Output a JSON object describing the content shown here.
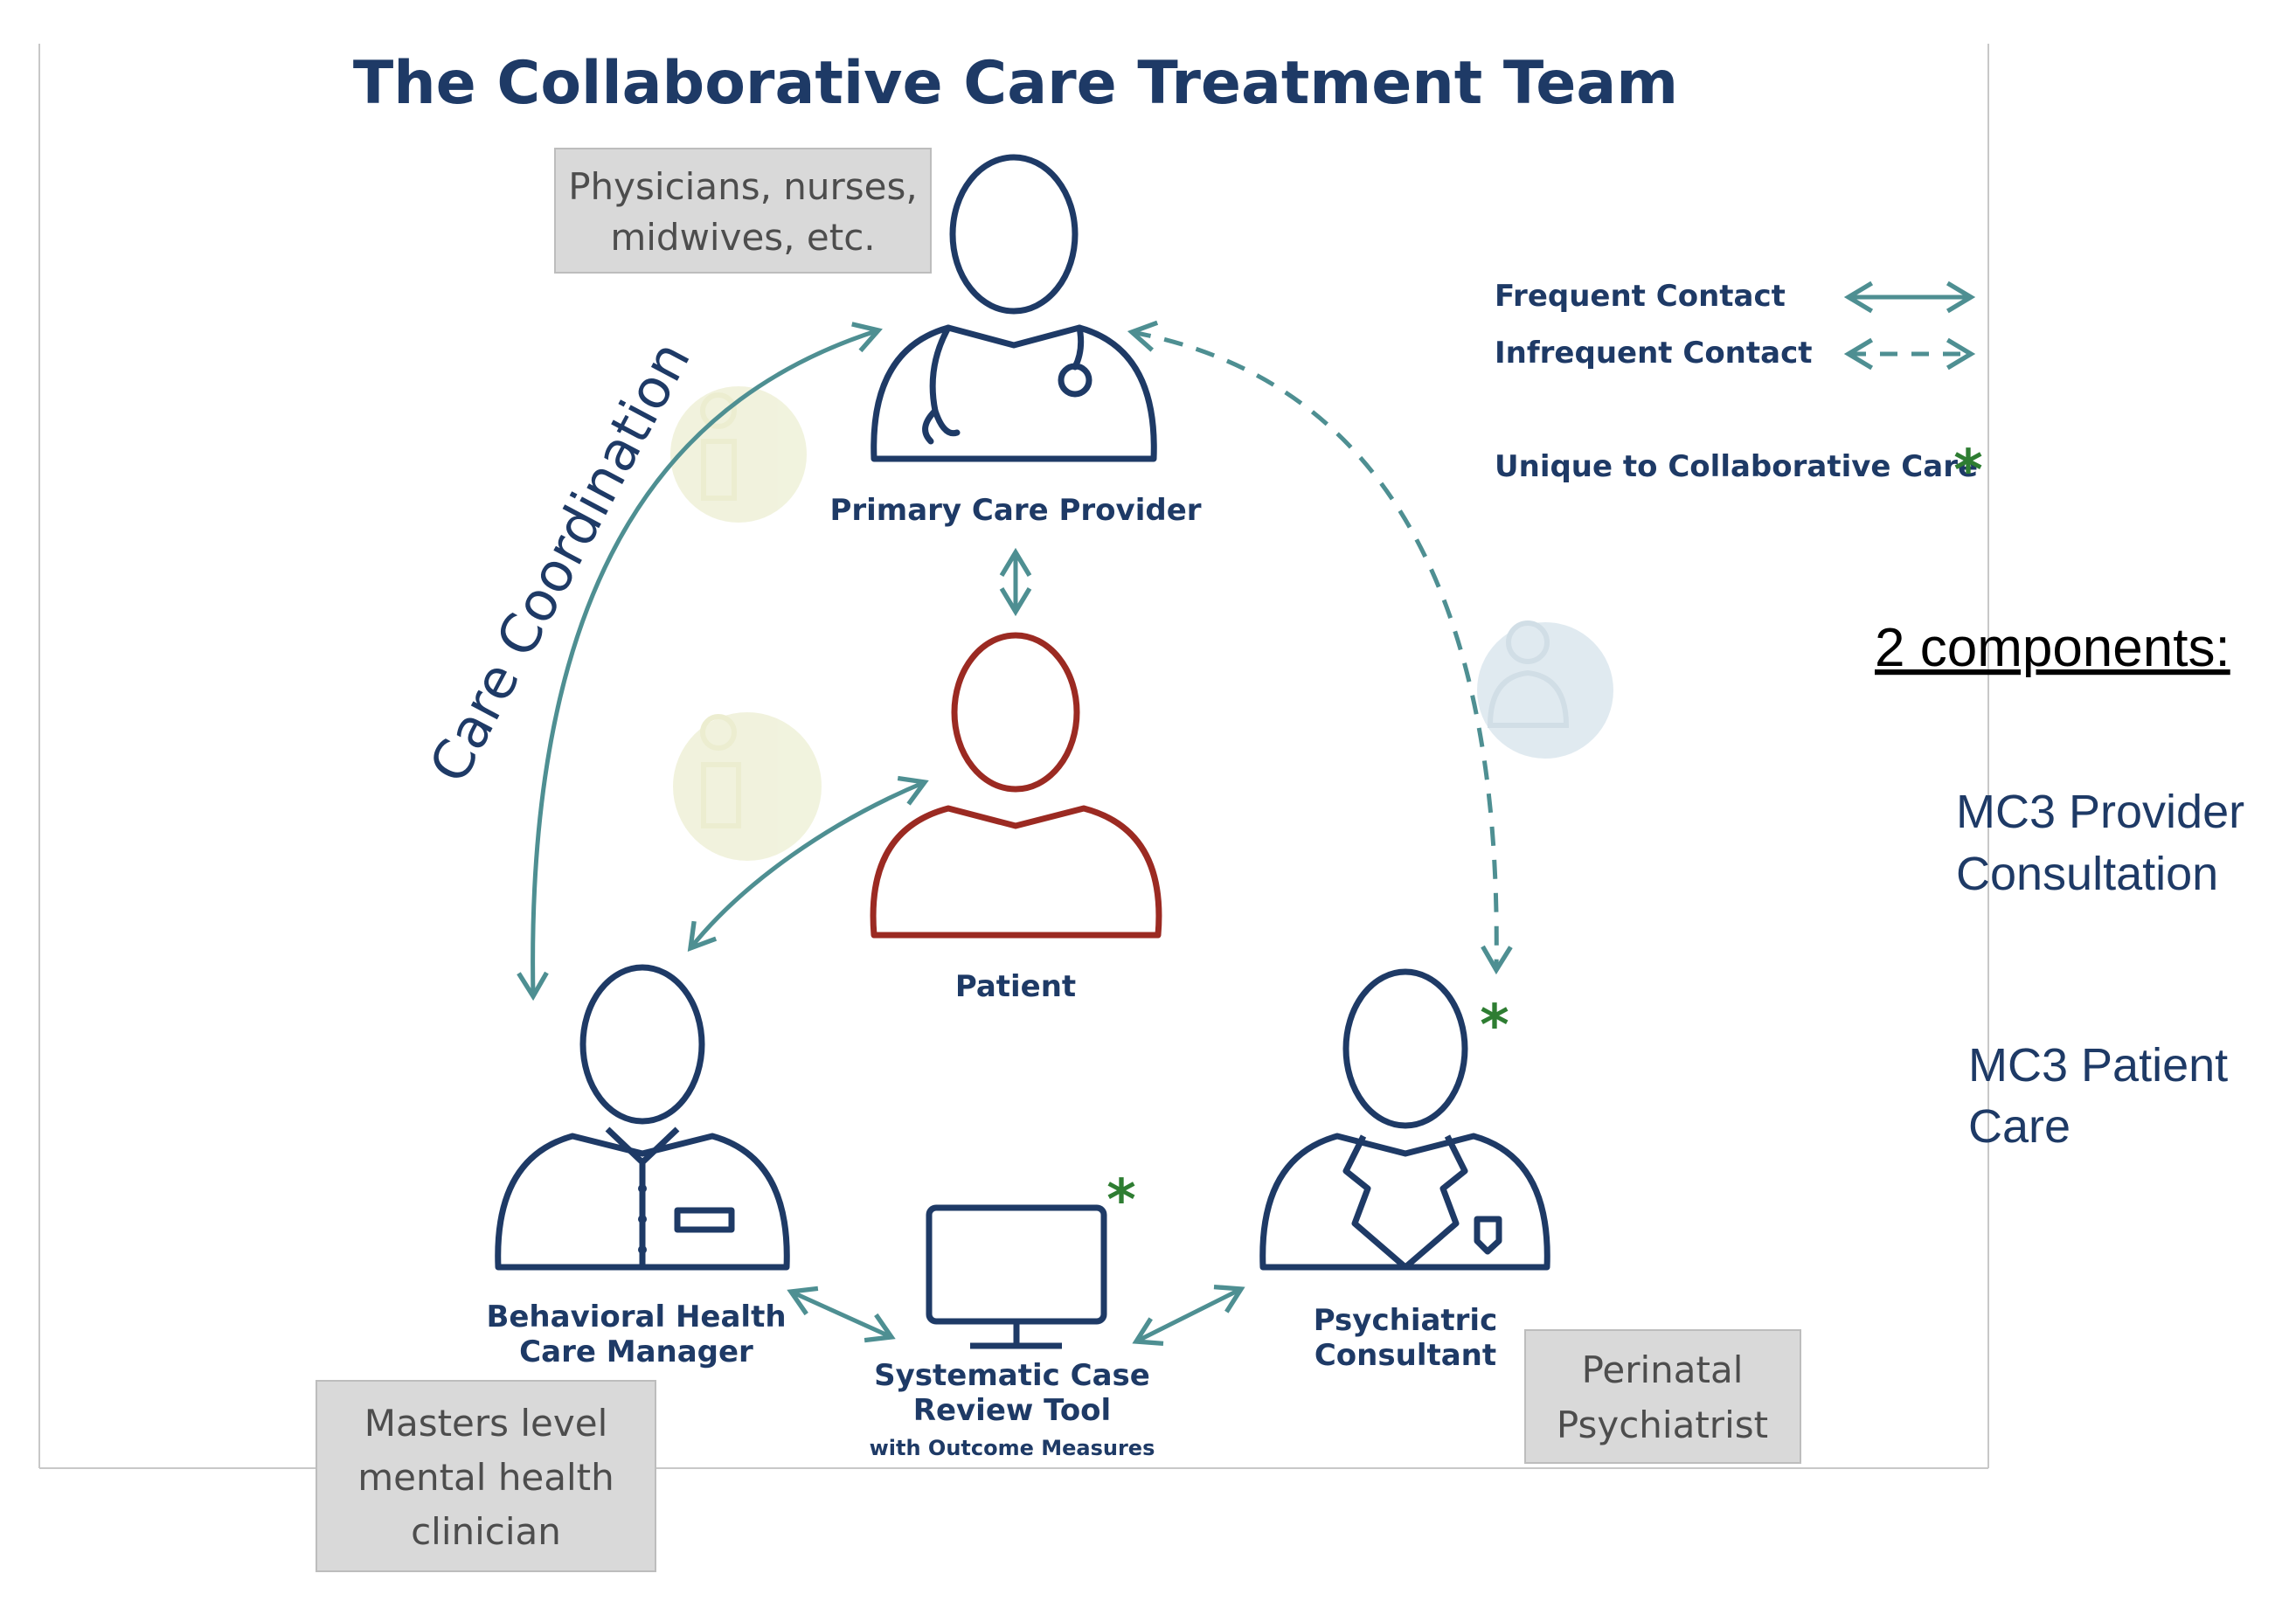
{
  "title": "The Collaborative Care Treatment Team",
  "roles": {
    "primary_care_provider": "Primary Care Provider",
    "patient": "Patient",
    "bh_care_manager_line1": "Behavioral Health",
    "bh_care_manager_line2": "Care Manager",
    "psych_consultant_line1": "Psychiatric",
    "psych_consultant_line2": "Consultant",
    "review_tool_line1": "Systematic Case",
    "review_tool_line2": "Review Tool",
    "review_tool_line3": "with Outcome Measures"
  },
  "callouts": {
    "pcp_note_line1": "Physicians, nurses,",
    "pcp_note_line2": "midwives, etc.",
    "clinician_line1": "Masters level",
    "clinician_line2": "mental health",
    "clinician_line3": "clinician",
    "psychiatrist_line1": "Perinatal",
    "psychiatrist_line2": "Psychiatrist"
  },
  "care_coordination": "Care Coordination",
  "legend": {
    "frequent": "Frequent Contact",
    "infrequent": "Infrequent Contact",
    "unique": "Unique to Collaborative Care",
    "asterisk": "*"
  },
  "side_panel": {
    "heading": "2 components:",
    "item1_line1": "MC3 Provider",
    "item1_line2": "Consultation",
    "item2_line1": "MC3 Patient",
    "item2_line2": "Care"
  },
  "colors": {
    "navy": "#1e3a66",
    "teal": "#4e8f92",
    "patient_red": "#9b2a22",
    "asterisk_green": "#2e7d32",
    "callout_gray": "#d9d9d9"
  }
}
